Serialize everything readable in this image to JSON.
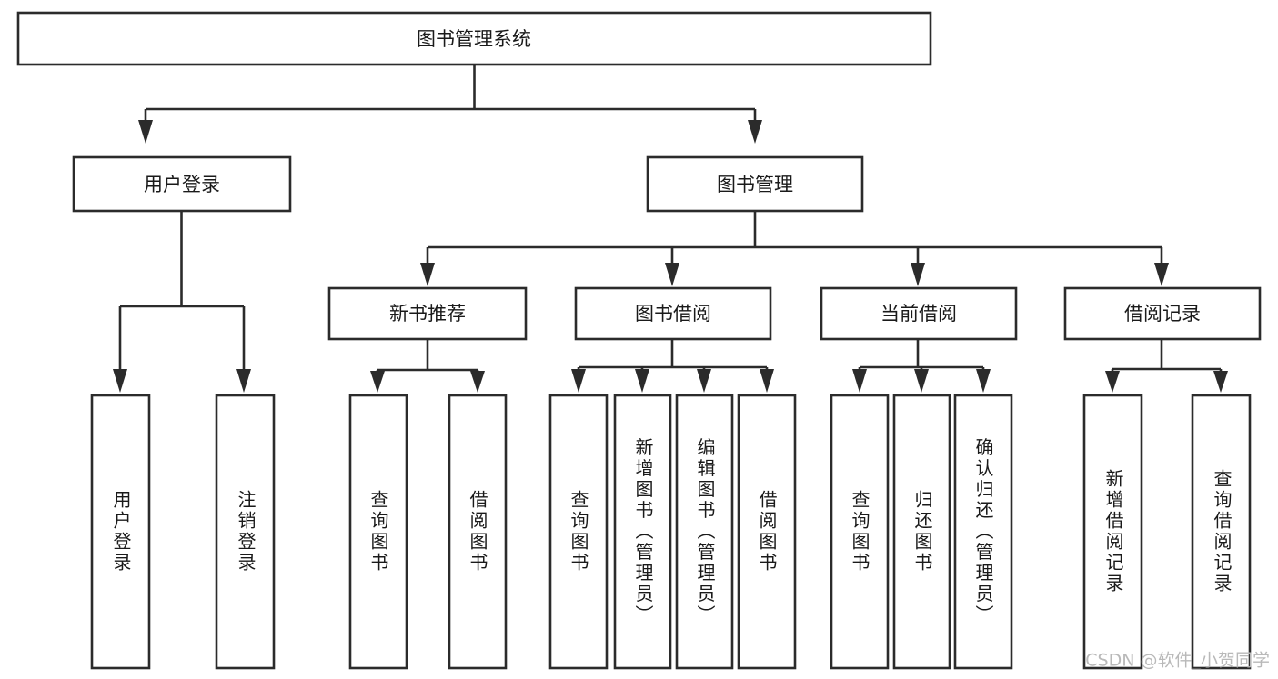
{
  "diagram": {
    "type": "tree-hierarchy-chart",
    "title_node": {
      "id": "root",
      "label": "图书管理系统"
    },
    "level2": [
      {
        "id": "user-login",
        "label": "用户登录"
      },
      {
        "id": "book-manage",
        "label": "图书管理"
      }
    ],
    "level3": [
      {
        "id": "new-book-recommend",
        "label": "新书推荐",
        "parent": "book-manage"
      },
      {
        "id": "book-borrow",
        "label": "图书借阅",
        "parent": "book-manage"
      },
      {
        "id": "current-borrow",
        "label": "当前借阅",
        "parent": "book-manage"
      },
      {
        "id": "borrow-record",
        "label": "借阅记录",
        "parent": "book-manage"
      }
    ],
    "leaves": [
      {
        "id": "leaf-user-login",
        "label": "用户登录",
        "parent": "user-login"
      },
      {
        "id": "leaf-logout-login",
        "label": "注销登录",
        "parent": "user-login"
      },
      {
        "id": "leaf-query-book-1",
        "label": "查询图书",
        "parent": "new-book-recommend"
      },
      {
        "id": "leaf-borrow-book-1",
        "label": "借阅图书",
        "parent": "new-book-recommend"
      },
      {
        "id": "leaf-query-book-2",
        "label": "查询图书",
        "parent": "book-borrow"
      },
      {
        "id": "leaf-add-book",
        "label": "新增图书（管理员）",
        "parent": "book-borrow"
      },
      {
        "id": "leaf-edit-book",
        "label": "编辑图书（管理员）",
        "parent": "book-borrow"
      },
      {
        "id": "leaf-borrow-book-2",
        "label": "借阅图书",
        "parent": "book-borrow"
      },
      {
        "id": "leaf-query-book-3",
        "label": "查询图书",
        "parent": "current-borrow"
      },
      {
        "id": "leaf-return-book",
        "label": "归还图书",
        "parent": "current-borrow"
      },
      {
        "id": "leaf-confirm-return",
        "label": "确认归还（管理员）",
        "parent": "current-borrow"
      },
      {
        "id": "leaf-add-record",
        "label": "新增借阅记录",
        "parent": "borrow-record"
      },
      {
        "id": "leaf-query-record",
        "label": "查询借阅记录",
        "parent": "borrow-record"
      }
    ],
    "colors": {
      "background": "#ffffff",
      "box_fill": "#ffffff",
      "box_stroke": "#2b2b2b",
      "text": "#1a1a1a",
      "watermark": "#b9b9b9"
    }
  },
  "watermark": {
    "label": "CSDN @软件_小贺同学"
  }
}
